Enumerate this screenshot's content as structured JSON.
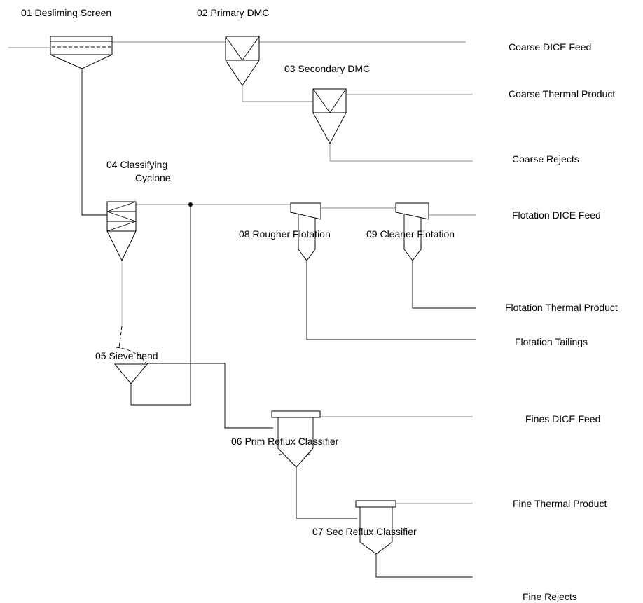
{
  "units": {
    "desliming_screen": "01 Desliming Screen",
    "primary_dmc": "02 Primary DMC",
    "secondary_dmc": "03 Secondary DMC",
    "classifying_cyclone_line1": "04 Classifying",
    "classifying_cyclone_line2": "Cyclone",
    "sieve_bend": "05 Sieve bend",
    "prim_reflux_classifier": "06 Prim Reflux Classifier",
    "sec_reflux_classifier": "07 Sec Reflux Classifier",
    "rougher_flotation": "08 Rougher Flotation",
    "cleaner_flotation": "09 Cleaner Flotation"
  },
  "products": {
    "coarse_dice_feed": "Coarse DICE Feed",
    "coarse_thermal_product": "Coarse Thermal Product",
    "coarse_rejects": "Coarse Rejects",
    "flotation_dice_feed": "Flotation DICE Feed",
    "flotation_thermal_product": "Flotation Thermal Product",
    "flotation_tailings": "Flotation Tailings",
    "fines_dice_feed": "Fines DICE Feed",
    "fine_thermal_product": "Fine Thermal Product",
    "fine_rejects": "Fine Rejects"
  }
}
